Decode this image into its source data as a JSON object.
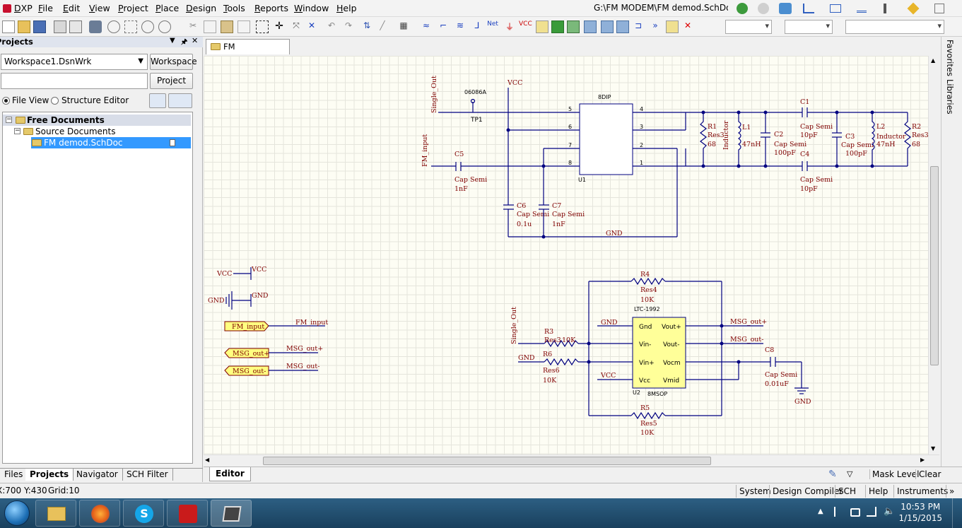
{
  "menubar": {
    "items": [
      "DXP",
      "File",
      "Edit",
      "View",
      "Project",
      "Place",
      "Design",
      "Tools",
      "Reports",
      "Window",
      "Help"
    ],
    "title": "G:\\FM MODEM\\FM demod.SchDoc"
  },
  "panel": {
    "title": "Projects",
    "workspace_value": "Workspace1.DsnWrk",
    "workspace_button": "Workspace",
    "project_button": "Project",
    "radio_file_view": "File View",
    "radio_structure_editor": "Structure Editor",
    "tree": {
      "free_documents": "Free Documents",
      "source_documents": "Source Documents",
      "file": "FM demod.SchDoc"
    },
    "bottom_tabs": [
      "Files",
      "Projects",
      "Navigator",
      "SCH Filter"
    ]
  },
  "doc_tab": "FM demod.SchDoc",
  "right_tabs": [
    "Favorites",
    "Libraries"
  ],
  "editor_bar": {
    "tab": "Editor",
    "mask_level": "Mask Level",
    "clear": "Clear"
  },
  "statusbar": {
    "coords": "X:700 Y:430",
    "grid": "Grid:10",
    "buttons": [
      "System",
      "Design Compiler",
      "SCH",
      "Help",
      "Instruments"
    ]
  },
  "clock": {
    "time": "10:53 PM",
    "date": "1/15/2015"
  },
  "schematic": {
    "top": {
      "single_out": "Single_Out",
      "fm_input": "FM_input",
      "tp_part": "06086A",
      "tp1": "TP1",
      "vcc": "VCC",
      "chip_name": "8DIP",
      "chip_ref": "U1",
      "pins": [
        "5",
        "6",
        "7",
        "8",
        "4",
        "3",
        "2",
        "1"
      ],
      "c5": [
        "C5",
        "Cap Semi",
        "1nF"
      ],
      "c6": [
        "C6",
        "Cap Semi",
        "0.1u"
      ],
      "c7": [
        "C7",
        "Cap Semi",
        "1nF"
      ],
      "gnd": "GND",
      "r1": [
        "R1",
        "Res3",
        "68"
      ],
      "l1": [
        "Inductor",
        "L1",
        "47nH"
      ],
      "c2": [
        "C2",
        "Cap Semi",
        "100pF"
      ],
      "c1": [
        "C1",
        "Cap Semi",
        "10pF"
      ],
      "c4": [
        "C4",
        "Cap Semi",
        "10pF"
      ],
      "c3": [
        "C3",
        "Cap Semi",
        "100pF"
      ],
      "l2": [
        "L2",
        "Inductor",
        "47nH"
      ],
      "r2": [
        "R2",
        "Res3",
        "68"
      ]
    },
    "ports": {
      "vcc_pwr": "VCC",
      "vcc_label": "VCC",
      "gnd_label": "GND",
      "gnd_pwr": "GND",
      "fm_input_port": "FM_input",
      "fm_input_net": "FM_input",
      "msg_out_p_port": "MSG_out+",
      "msg_out_p_net": "MSG_out+",
      "msg_out_m_port": "MSG_out-",
      "msg_out_m_net": "MSG_out-"
    },
    "bottom": {
      "r4": [
        "R4",
        "Res4",
        "10K"
      ],
      "chip_title": "LTC-1992",
      "chip_ref": "U2",
      "chip_pkg": "8MSOP",
      "left_pins": [
        "Gnd",
        "Vin-",
        "Vin+",
        "Vcc"
      ],
      "right_pins": [
        "Vout+",
        "Vout-",
        "Vocm",
        "Vmid"
      ],
      "single_out": "Single_Out",
      "r3": [
        "R3",
        "Res3",
        "10K"
      ],
      "r6": [
        "R6",
        "Res6",
        "10K"
      ],
      "gnd_left": "GND",
      "gnd_net": "GND",
      "vcc_net": "VCC",
      "msg_out_p": "MSG_out+",
      "msg_out_m": "MSG_out-",
      "c8": [
        "C8",
        "Cap Semi",
        "0.01uF"
      ],
      "gnd_sym": "GND",
      "r5": [
        "R5",
        "Res5",
        "10K"
      ]
    }
  },
  "colors": {
    "wire": "#000080",
    "label": "#800000",
    "chip": "#ffff99",
    "port": "#ffff80",
    "selection": "#3399ff"
  }
}
